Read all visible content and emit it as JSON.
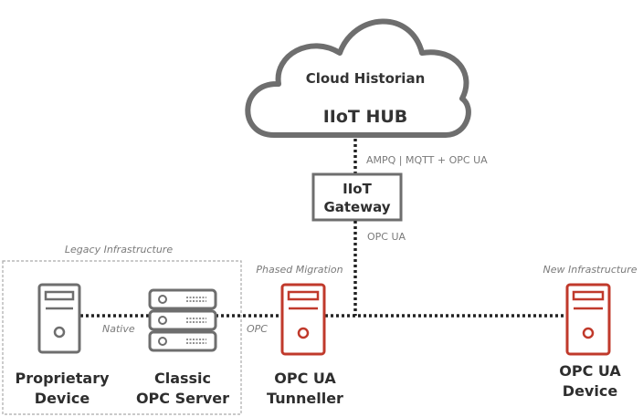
{
  "cloud": {
    "title": "Cloud Historian",
    "subtitle": "IIoT HUB"
  },
  "connections": {
    "cloud_gateway_label": "AMPQ | MQTT + OPC UA",
    "gateway_bus_label": "OPC UA",
    "native_label": "Native",
    "opc_label": "OPC"
  },
  "gateway": {
    "line1": "IIoT",
    "line2": "Gateway"
  },
  "zones": {
    "legacy": "Legacy Infrastructure",
    "phased": "Phased Migration",
    "new": "New Infrastructure"
  },
  "devices": {
    "proprietary": {
      "line1": "Proprietary",
      "line2": "Device",
      "icon": "tower-server-icon"
    },
    "classic": {
      "line1": "Classic",
      "line2": "OPC Server",
      "icon": "rack-server-icon"
    },
    "tunneller": {
      "line1": "OPC UA",
      "line2": "Tunneller",
      "icon": "tower-server-icon"
    },
    "ua_device": {
      "line1": "OPC UA",
      "line2": "Device",
      "icon": "tower-server-icon"
    }
  },
  "colors": {
    "gray_stroke": "#6e6e6e",
    "red_stroke": "#c0392b",
    "text_dark": "#2e2e2e",
    "text_light": "#7a7a7a"
  }
}
